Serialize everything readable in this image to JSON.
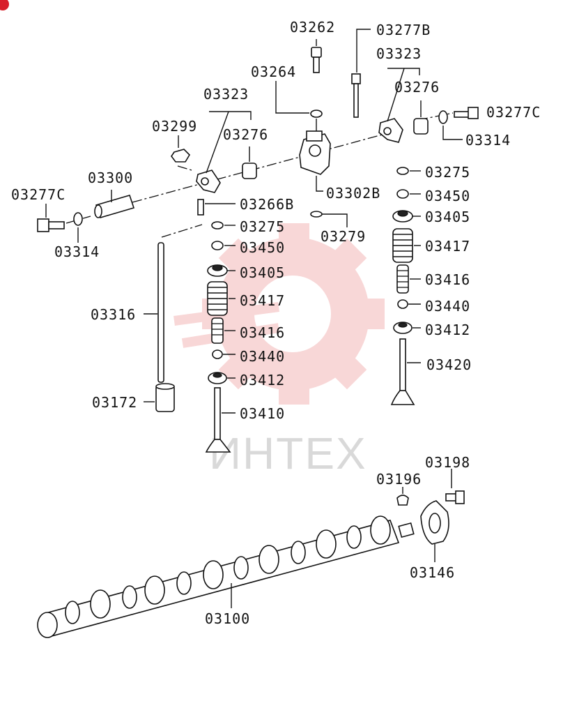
{
  "watermark": {
    "text": "ИНТЕХ",
    "gear_color": "#f4b8b8"
  },
  "parts": [
    {
      "id": "p03262",
      "label": "03262"
    },
    {
      "id": "p03277B",
      "label": "03277B"
    },
    {
      "id": "p03323a",
      "label": "03323"
    },
    {
      "id": "p03264",
      "label": "03264"
    },
    {
      "id": "p03276a",
      "label": "03276"
    },
    {
      "id": "p03323b",
      "label": "03323"
    },
    {
      "id": "p03277Ca",
      "label": "03277C"
    },
    {
      "id": "p03299",
      "label": "03299"
    },
    {
      "id": "p03276b",
      "label": "03276"
    },
    {
      "id": "p03314a",
      "label": "03314"
    },
    {
      "id": "p03300",
      "label": "03300"
    },
    {
      "id": "p03275a",
      "label": "03275"
    },
    {
      "id": "p03302B",
      "label": "03302B"
    },
    {
      "id": "p03277Cb",
      "label": "03277C"
    },
    {
      "id": "p03450a",
      "label": "03450"
    },
    {
      "id": "p03266B",
      "label": "03266B"
    },
    {
      "id": "p03405a",
      "label": "03405"
    },
    {
      "id": "p03314b",
      "label": "03314"
    },
    {
      "id": "p03275b",
      "label": "03275"
    },
    {
      "id": "p03279",
      "label": "03279"
    },
    {
      "id": "p03417a",
      "label": "03417"
    },
    {
      "id": "p03450b",
      "label": "03450"
    },
    {
      "id": "p03405b",
      "label": "03405"
    },
    {
      "id": "p03416a",
      "label": "03416"
    },
    {
      "id": "p03417b",
      "label": "03417"
    },
    {
      "id": "p03440a",
      "label": "03440"
    },
    {
      "id": "p03316",
      "label": "03316"
    },
    {
      "id": "p03416b",
      "label": "03416"
    },
    {
      "id": "p03412a",
      "label": "03412"
    },
    {
      "id": "p03440b",
      "label": "03440"
    },
    {
      "id": "p03420",
      "label": "03420"
    },
    {
      "id": "p03412b",
      "label": "03412"
    },
    {
      "id": "p03172",
      "label": "03172"
    },
    {
      "id": "p03410",
      "label": "03410"
    },
    {
      "id": "p03198",
      "label": "03198"
    },
    {
      "id": "p03196",
      "label": "03196"
    },
    {
      "id": "p03146",
      "label": "03146"
    },
    {
      "id": "p03100",
      "label": "03100"
    }
  ]
}
